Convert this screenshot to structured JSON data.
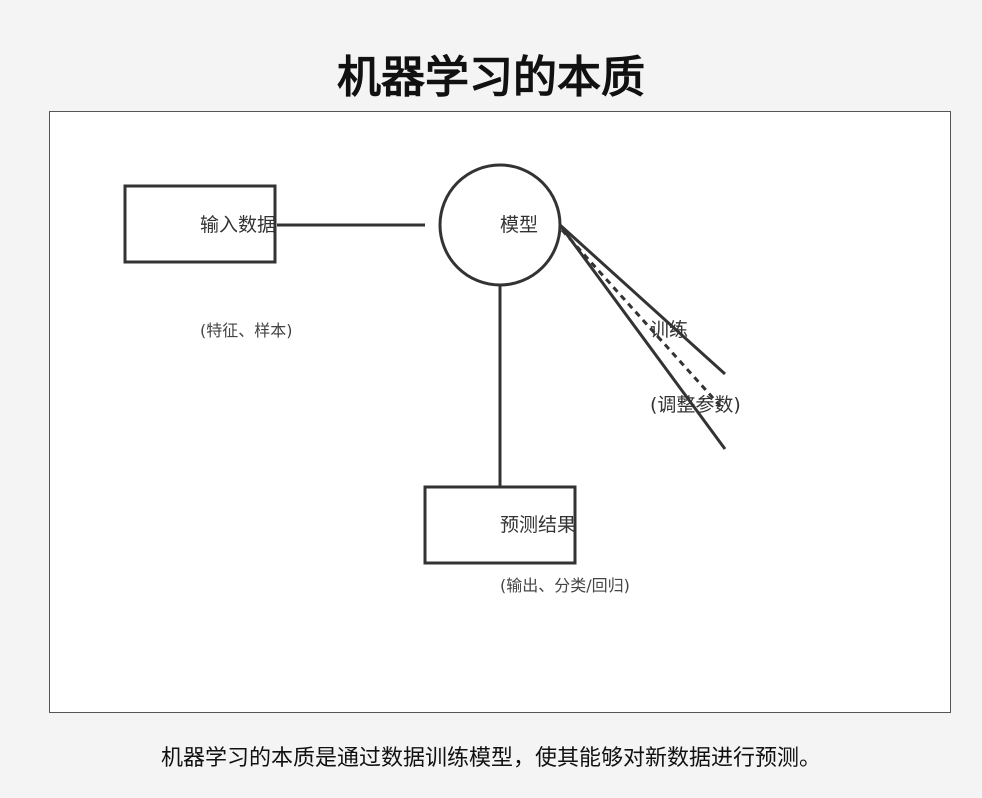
{
  "title": "机器学习的本质",
  "diagram": {
    "input": {
      "label": "输入数据",
      "note": "(特征、样本)"
    },
    "model": {
      "label": "模型"
    },
    "training": {
      "label": "训练",
      "note": "(调整参数)"
    },
    "output": {
      "label": "预测结果",
      "note": "(输出、分类/回归)"
    }
  },
  "caption": "机器学习的本质是通过数据训练模型，使其能够对新数据进行预测。",
  "colors": {
    "stroke": "#333333",
    "background": "#f4f4f4",
    "canvas": "#ffffff"
  }
}
